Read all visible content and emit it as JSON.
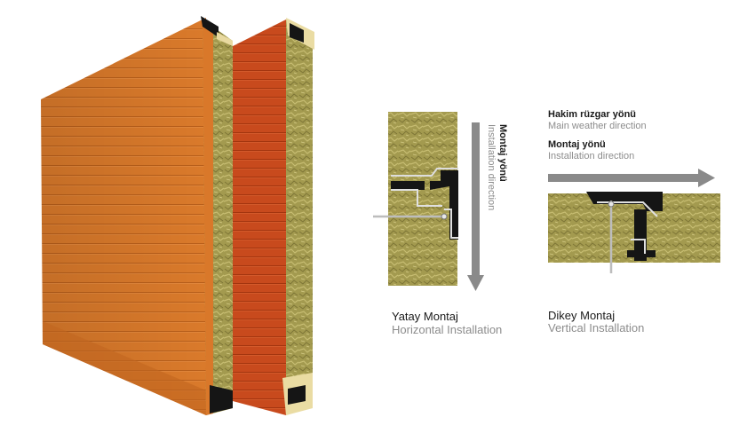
{
  "horizontal_montage": {
    "direction_title": "Montaj yönü",
    "direction_subtitle": "Installation direction",
    "label": "Yatay Montaj",
    "sublabel": "Horizontal Installation"
  },
  "vertical_montage": {
    "weather_title": "Hakim rüzgar yönü",
    "weather_subtitle": "Main weather direction",
    "direction_title": "Montaj yönü",
    "direction_subtitle": "Installation direction",
    "label": "Dikey Montaj",
    "sublabel": "Vertical Installation"
  },
  "colors": {
    "panel_orange": "#d9782a",
    "panel_red": "#c9481c",
    "mineral_wool": "#a49a4e",
    "arrow_grey": "#8a8a8a",
    "profile_black": "#151515"
  }
}
